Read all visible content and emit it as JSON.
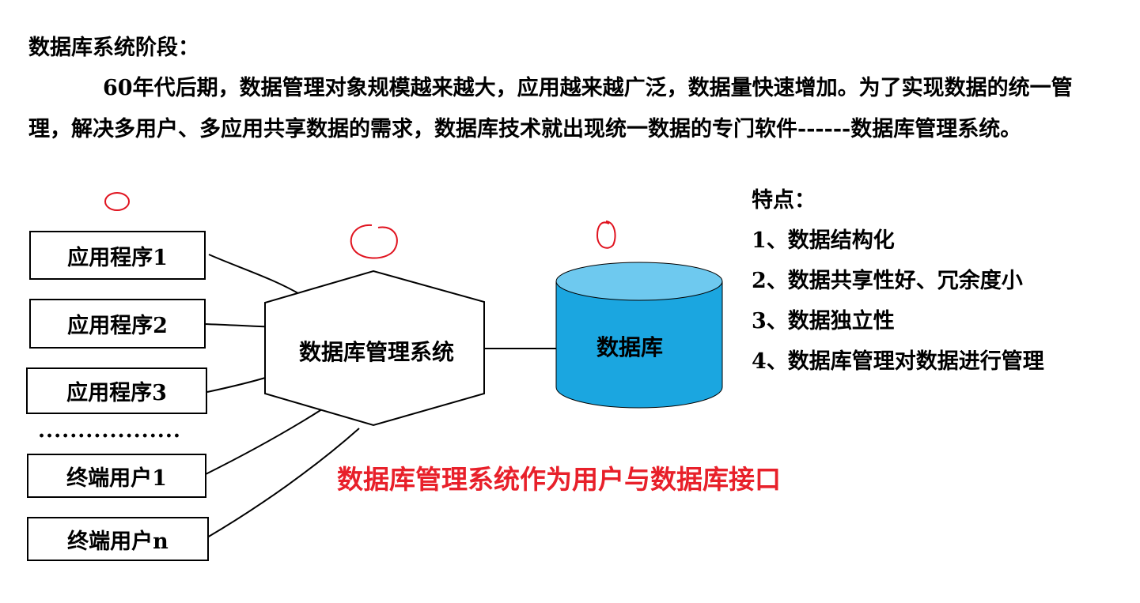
{
  "heading": "数据库系统阶段：",
  "paragraph": "60年代后期，数据管理对象规模越来越大，应用越来越广泛，数据量快速增加。为了实现数据的统一管理，解决多用户、多应用共享数据的需求，数据库技术就出现统一数据的专门软件------数据库管理系统。",
  "clients": [
    {
      "label": "应用程序1"
    },
    {
      "label": "应用程序2"
    },
    {
      "label": "应用程序3"
    },
    {
      "label": "终端用户1"
    },
    {
      "label": "终端用户n"
    }
  ],
  "ellipsis": "..................",
  "dbms_label": "数据库管理系统",
  "database_label": "数据库",
  "features": {
    "title": "特点：",
    "items": [
      "1、数据结构化",
      "2、数据共享性好、冗余度小",
      "3、数据独立性",
      "4、数据库管理对数据进行管理"
    ]
  },
  "caption": "数据库管理系统作为用户与数据库接口",
  "colors": {
    "caption": "#e8202a",
    "annotation": "#e0131f",
    "database_fill": "#1ba6e0",
    "database_top": "#6ec9ef"
  }
}
